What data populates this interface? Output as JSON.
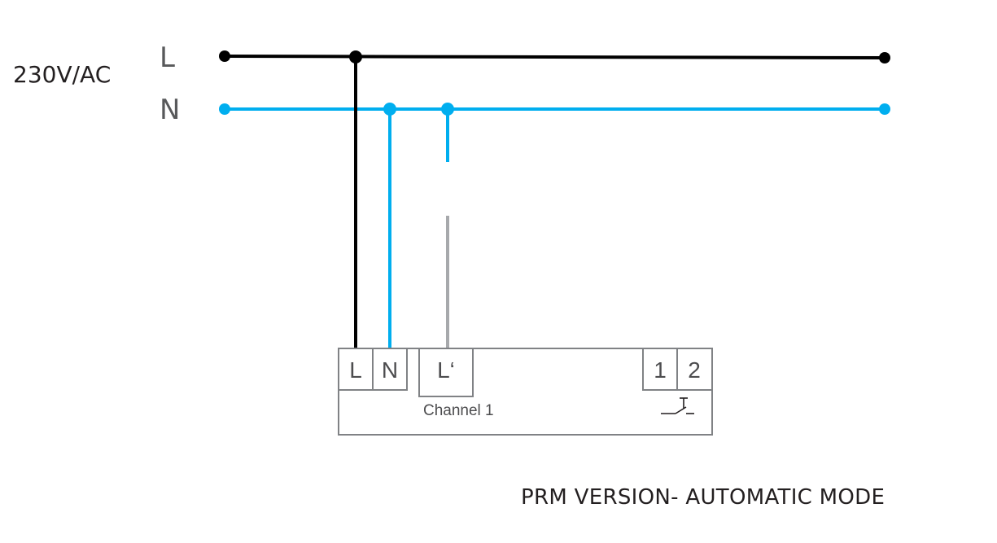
{
  "supply": {
    "voltage_label": "230V/AC",
    "lines": [
      {
        "id": "L",
        "label": "L",
        "color": "#000000"
      },
      {
        "id": "N",
        "label": "N",
        "color": "#00aeef"
      }
    ]
  },
  "wires": {
    "phase_color": "#000000",
    "neutral_color": "#00aeef",
    "load_color": "#a7a9ac"
  },
  "device": {
    "terminals": [
      {
        "id": "L",
        "label": "L"
      },
      {
        "id": "N",
        "label": "N"
      },
      {
        "id": "Lprime",
        "label": "L‘"
      },
      {
        "id": "1",
        "label": "1"
      },
      {
        "id": "2",
        "label": "2"
      }
    ],
    "channel_label": "Channel 1",
    "switch_symbol": "push-button-switch",
    "border_color": "#808285"
  },
  "caption": "PRM VERSION- AUTOMATIC MODE"
}
